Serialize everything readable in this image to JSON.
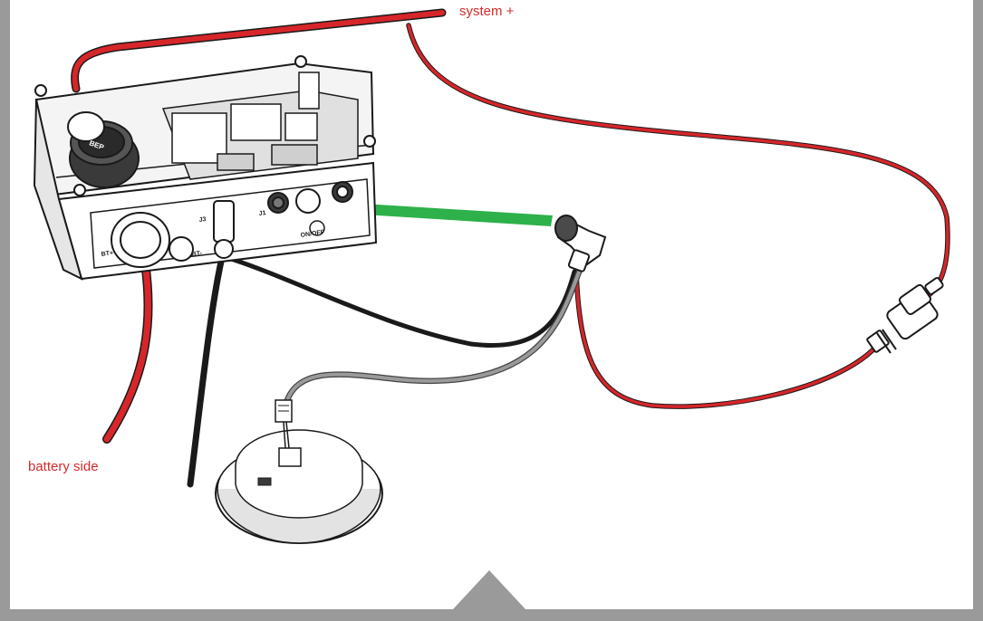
{
  "labels": {
    "system_plus": "system +",
    "battery_side": "battery side"
  },
  "device_labels": {
    "bt_plus": "BT+",
    "bt_minus": "BT-",
    "j3": "J3",
    "j1": "J1",
    "on_off": "ON/OFF",
    "brand": "BEP"
  },
  "colors": {
    "positive_wire": "#d6262a",
    "negative_wire": "#1a1a1a",
    "data_cable": "#9a9a9a",
    "arrow": "#2eb04a",
    "frame": "#9a9a9a",
    "label_text": "#d52b2b"
  }
}
